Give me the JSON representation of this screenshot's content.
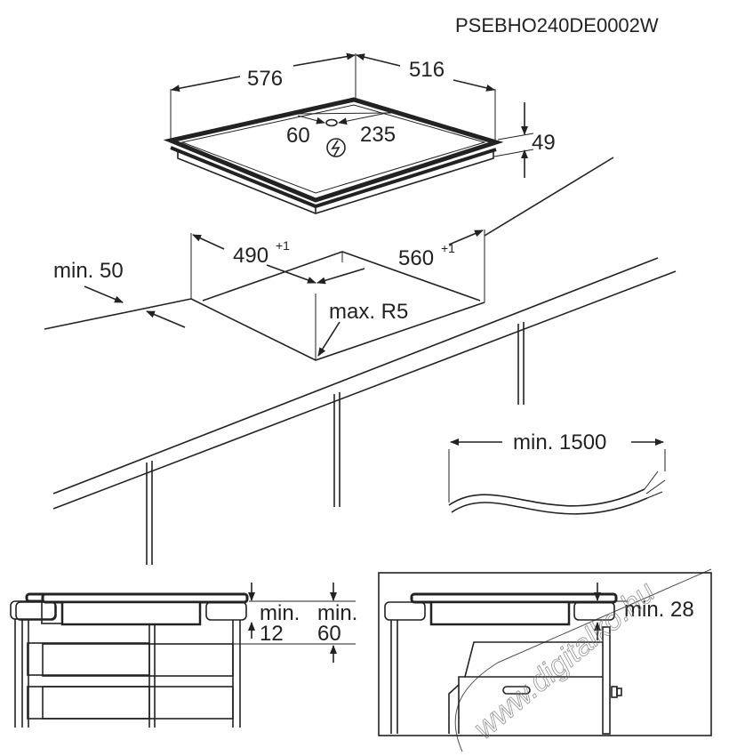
{
  "model_code": "PSEBHO240DE0002W",
  "hob": {
    "width": "576",
    "depth": "516",
    "height": "49",
    "connection_offset_left": "60",
    "connection_offset_right": "235",
    "power_symbol": "lightning-icon"
  },
  "cutout": {
    "depth": "490",
    "depth_tolerance": "+1",
    "width": "560",
    "width_tolerance": "+1",
    "min_front_distance": "min. 50",
    "max_radius": "max. R5"
  },
  "cable": {
    "min_length": "min. 1500"
  },
  "installation_drawer": {
    "min_label_1": "min.",
    "min_value_1": "12",
    "min_label_2": "min.",
    "min_value_2": "60"
  },
  "installation_oven": {
    "min_gap": "min. 28"
  },
  "watermark": "www.digitalko.hu"
}
